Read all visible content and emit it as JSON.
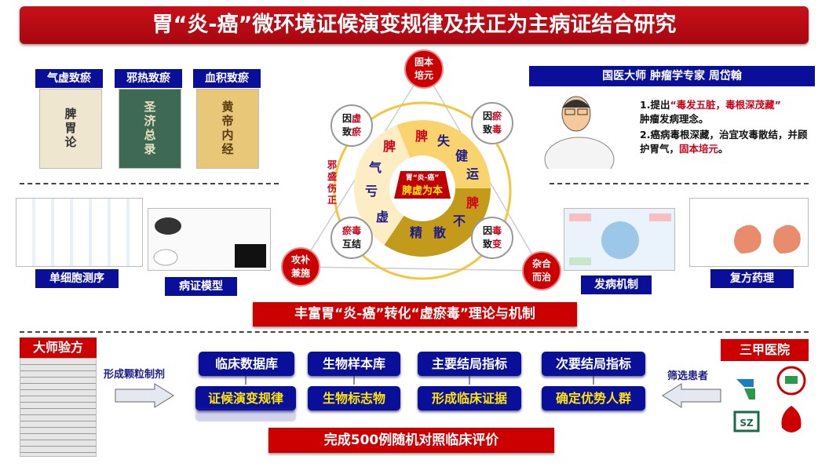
{
  "title": "胃“炎-癌”微环境证候演变规律及扶正为主病证结合研究",
  "top_left": {
    "labels": [
      "气虚致瘀",
      "邪热致瘀",
      "血积致瘀"
    ],
    "books": [
      "脾胃论",
      "圣济总录",
      "黄帝内经"
    ]
  },
  "expert": {
    "header": "国医大师 肿瘤学专家 周岱翰",
    "point1_prefix": "1.提出",
    "point1_quote": "“毒发五脏，毒根深茂藏”",
    "point1_suffix": "肿瘤发病理念。",
    "point2_text": "2.癌病毒根深藏，治宜攻毒散结，并顾护胃气，",
    "point2_red": "固本培元",
    "point2_end": "。"
  },
  "diagram": {
    "big_circles": [
      {
        "l1": "固本",
        "l2": "培元"
      },
      {
        "l1": "攻补",
        "l2": "兼施"
      },
      {
        "l1": "杂合",
        "l2": "而治"
      }
    ],
    "small_circles": [
      {
        "a": "因",
        "b": "虚",
        "c": "致",
        "d": "瘀"
      },
      {
        "a": "因",
        "b": "瘀",
        "c": "致",
        "d": "毒"
      },
      {
        "a": "",
        "b": "瘀毒",
        "c": "互结",
        "d": ""
      },
      {
        "a": "因",
        "b": "毒",
        "c": "致",
        "d": "变"
      }
    ],
    "side_label": [
      "邪",
      "盛",
      "伤",
      "正"
    ],
    "segment_pale": [
      "脾",
      "气",
      "亏",
      "虚"
    ],
    "segment_yellow": [
      "脾",
      "失",
      "健",
      "运"
    ],
    "segment_gold": [
      "脾",
      "不",
      "散",
      "精"
    ],
    "center_top": "胃“炎-癌”",
    "center_bottom": "脾虚为本",
    "colors": {
      "pale": "#fdedc4",
      "yellow": "#f9d46e",
      "gold": "#c49a1a",
      "ring": "#f3c640",
      "red": "#c00000"
    }
  },
  "mid_labels": {
    "single_cell": "单细胞测序",
    "model": "病证模型",
    "mechanism": "发病机制",
    "pharmacology": "复方药理"
  },
  "banner_mid": "丰富胃“炎-癌”转化“虚瘀毒”理论与机制",
  "bottom": {
    "master": "大师验方",
    "granule": "形成颗粒制剂",
    "screen": "筛选患者",
    "hospital": "三甲医院",
    "columns": [
      {
        "top": "临床数据库",
        "bottom": "证候演变规律"
      },
      {
        "top": "生物样本库",
        "bottom": "生物标志物"
      },
      {
        "top": "主要结局指标",
        "bottom": "形成临床证据"
      },
      {
        "top": "次要结局指标",
        "bottom": "确定优势人群"
      }
    ],
    "banner": "完成500例随机对照临床评价",
    "logo_text": "SZ"
  }
}
